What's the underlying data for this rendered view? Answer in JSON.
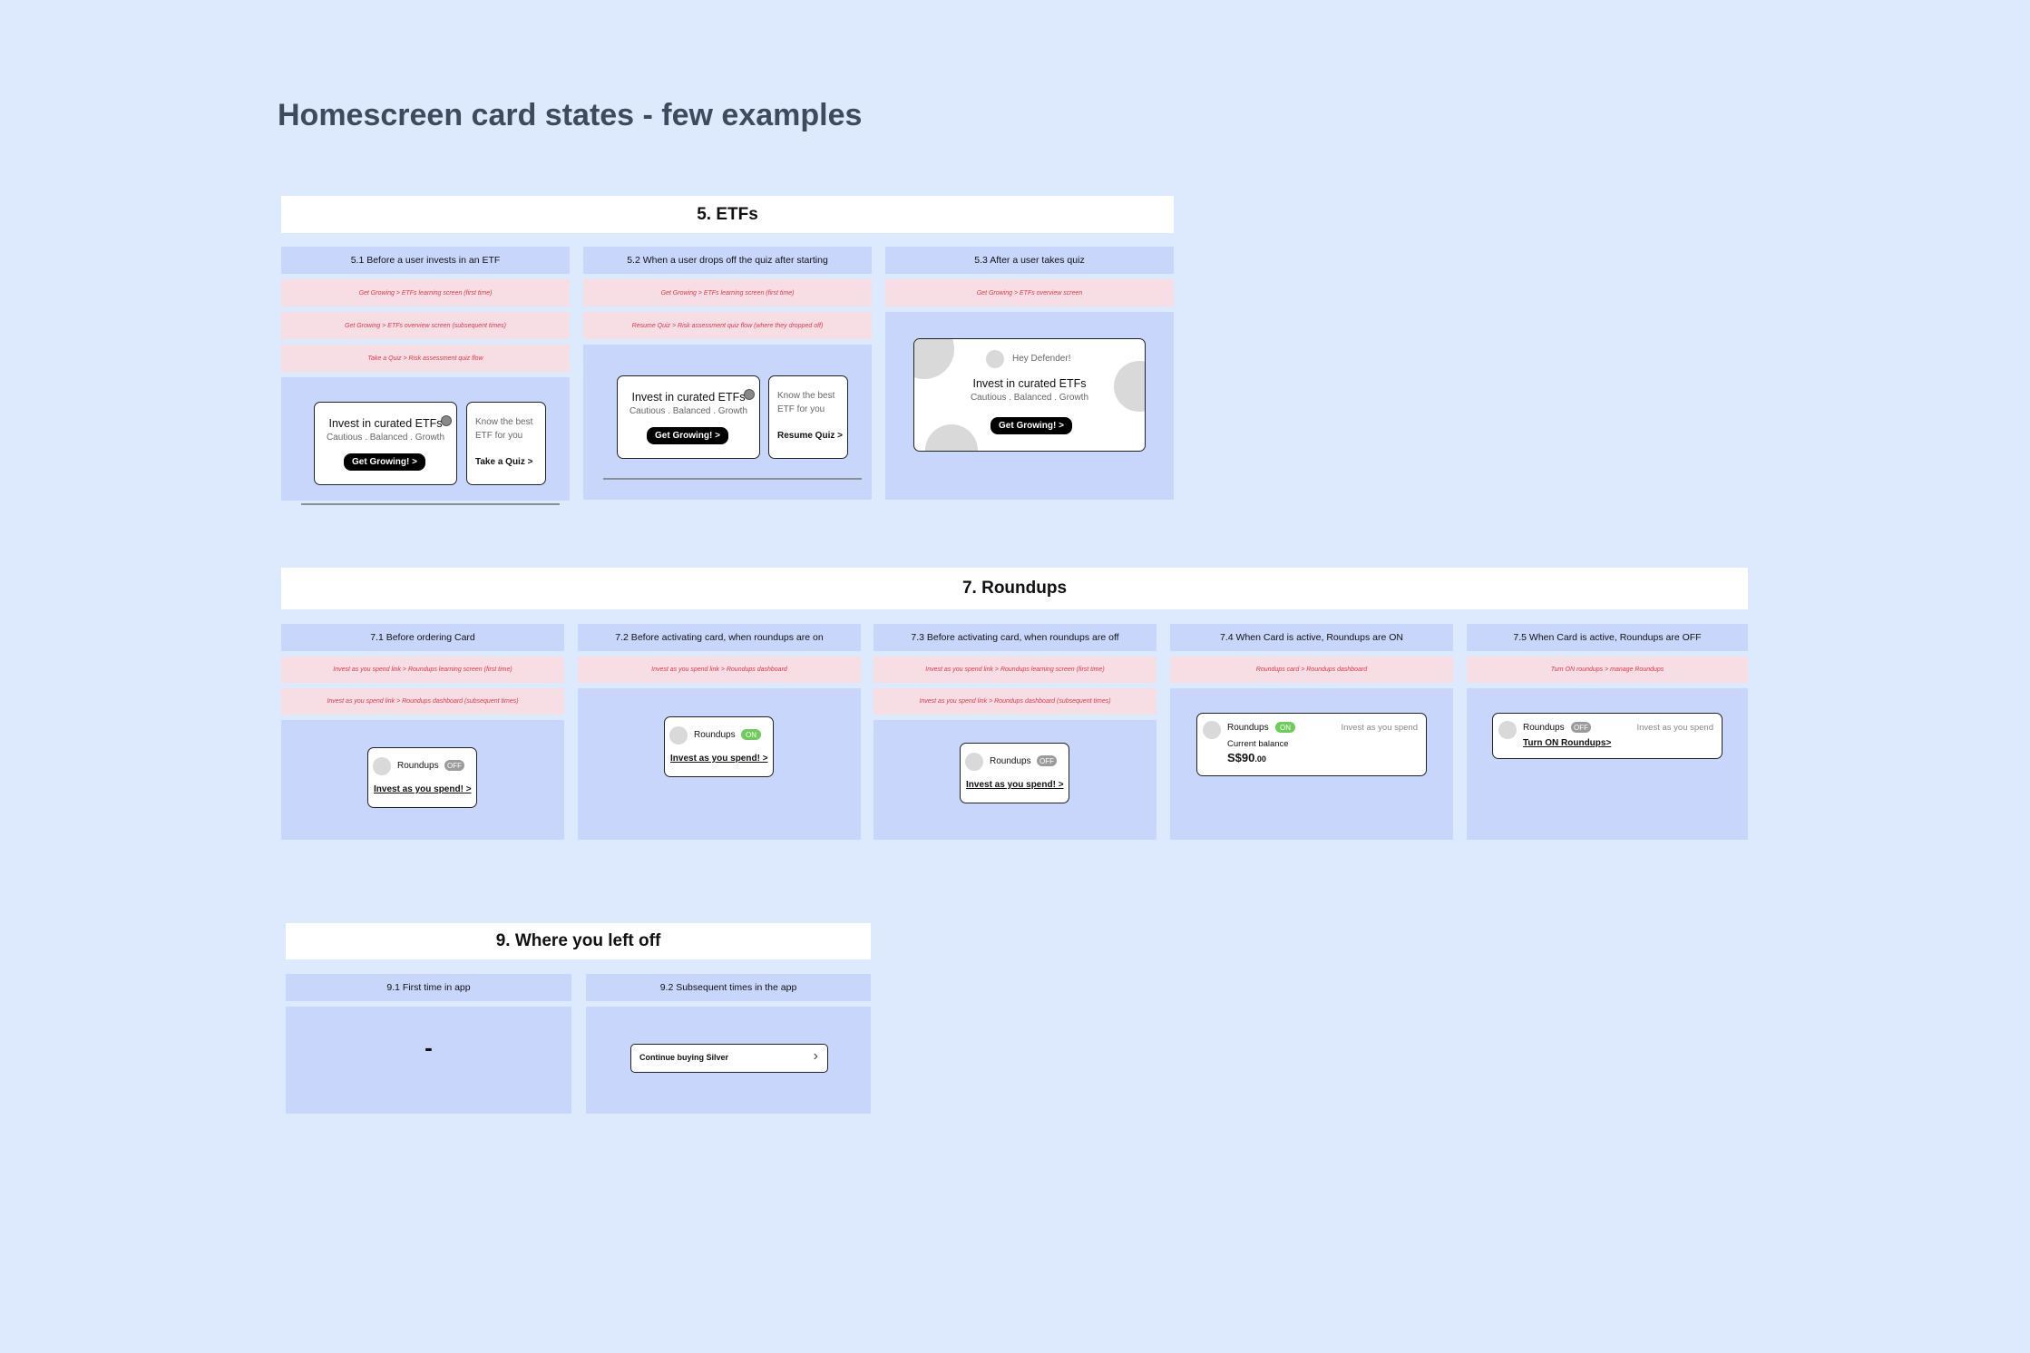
{
  "title": "Homescreen card states - few examples",
  "colors": {
    "background": "#dde9fd",
    "column": "#c8d6fc",
    "note_bg": "#f7dde4",
    "note_text": "#e0394f",
    "on": "#6dcc5a",
    "off": "#9b9b9b"
  },
  "etfs": {
    "header": "5. ETFs",
    "c1": {
      "head": "5.1 Before a user invests in an ETF",
      "notes": [
        "Get Growing > ETFs learning screen (first time)",
        "Get Growing > ETFs  overview screen (subsequent times)",
        "Take a Quiz > Risk assessment quiz flow"
      ],
      "card_title": "Invest in curated ETFs",
      "card_sub": "Cautious . Balanced . Growth",
      "button": "Get Growing! >",
      "side_line1": "Know the best",
      "side_line2": "ETF for you",
      "side_link": "Take a Quiz >"
    },
    "c2": {
      "head": "5.2 When a user drops off the quiz after starting",
      "notes": [
        "Get Growing > ETFs learning screen (first time)",
        "Resume Quiz > Risk assessment quiz flow (where they dropped off)"
      ],
      "card_title": "Invest in curated ETFs",
      "card_sub": "Cautious . Balanced . Growth",
      "button": "Get Growing! >",
      "side_line1": "Know the best",
      "side_line2": "ETF for you",
      "side_link": "Resume Quiz >"
    },
    "c3": {
      "head": "5.3 After a user takes quiz",
      "notes": [
        "Get Growing > ETFs overview screen"
      ],
      "greeting": "Hey Defender!",
      "card_title": "Invest in curated ETFs",
      "card_sub": "Cautious . Balanced . Growth",
      "button": "Get Growing! >"
    }
  },
  "roundups": {
    "header": "7. Roundups",
    "c1": {
      "head": "7.1 Before ordering Card",
      "notes": [
        "Invest as you spend link > Roundups learning screen (first time)",
        "Invest as you spend link > Roundups dashboard (subsequent times)"
      ],
      "label": "Roundups",
      "status": "OFF",
      "link": "Invest as you spend! >"
    },
    "c2": {
      "head": "7.2 Before activating card, when roundups are on",
      "notes": [
        "Invest as you spend link > Roundups dashboard"
      ],
      "label": "Roundups",
      "status": "ON",
      "link": "Invest as you spend! >"
    },
    "c3": {
      "head": "7.3 Before activating card, when roundups are off",
      "notes": [
        "Invest as you spend link > Roundups learning screen (first time)",
        "Invest as you spend link > Roundups dashboard (subsequent times)"
      ],
      "label": "Roundups",
      "status": "OFF",
      "link": "Invest as you spend! >"
    },
    "c4": {
      "head": "7.4 When Card is active, Roundups are ON",
      "notes": [
        "Roundups card > Roundups dashboard"
      ],
      "label": "Roundups",
      "status": "ON",
      "right": "Invest as you spend",
      "balance_label": "Current balance",
      "balance_main": "S$90",
      "balance_cents": ".00"
    },
    "c5": {
      "head": "7.5 When Card is active, Roundups are OFF",
      "notes": [
        "Turn ON roundups > manage Roundups"
      ],
      "label": "Roundups",
      "status": "OFF",
      "right": "Invest as you spend",
      "link": "Turn ON Roundups>"
    }
  },
  "left_off": {
    "header": "9. Where you left off",
    "c1": {
      "head": "9.1 First time in app",
      "dash": "-"
    },
    "c2": {
      "head": "9.2 Subsequent times in the app",
      "row": "Continue buying Silver",
      "chevron": "›"
    }
  }
}
